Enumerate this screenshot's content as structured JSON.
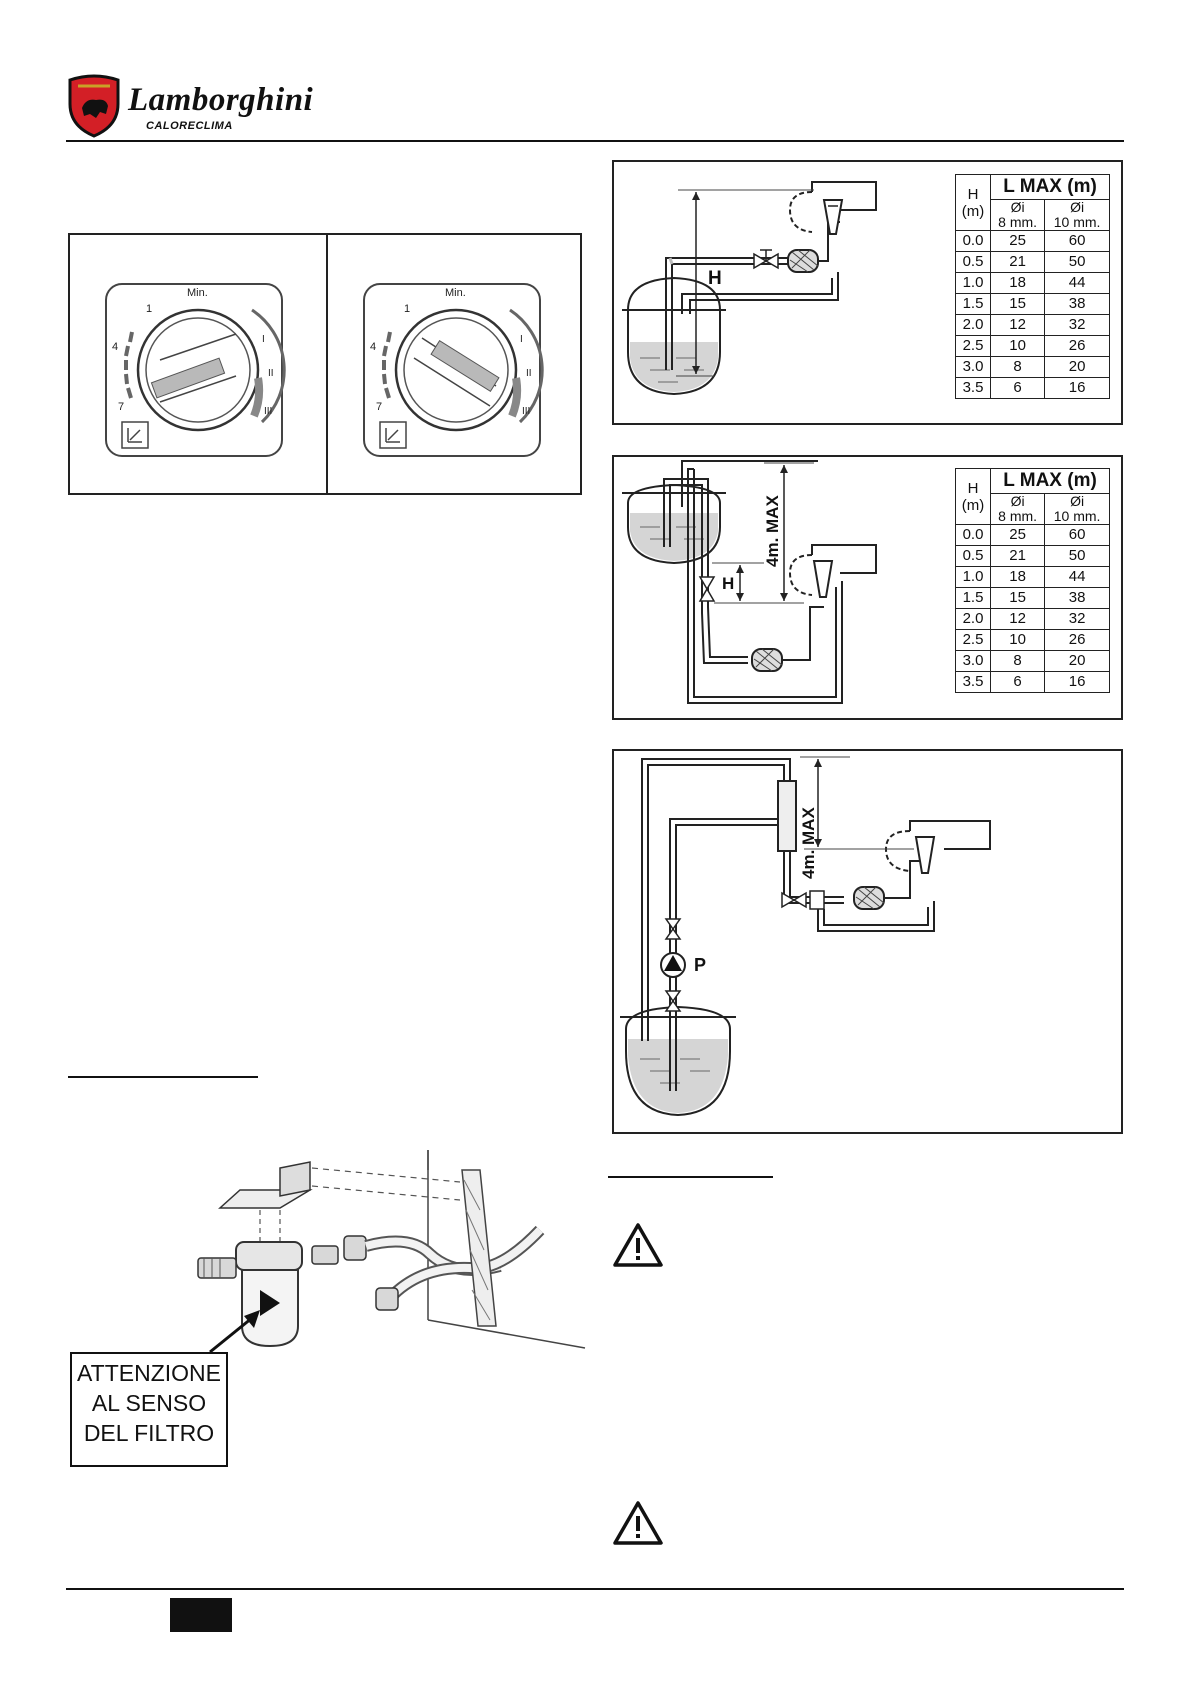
{
  "header": {
    "brand": "Lamborghini",
    "sub_brand": "CALORECLIMA"
  },
  "dials": {
    "dial_labels": {
      "min": "Min.",
      "s1": "1",
      "s4": "4",
      "s7": "7",
      "r1": "I",
      "r2": "II",
      "r3": "III"
    }
  },
  "lmax_table": {
    "h_header": "H\n(m)",
    "lmax_header": "L MAX (m)",
    "col1": "Øi\n8 mm.",
    "col2": "Øi\n10 mm.",
    "rows": [
      [
        "0.0",
        "25",
        "60"
      ],
      [
        "0.5",
        "21",
        "50"
      ],
      [
        "1.0",
        "18",
        "44"
      ],
      [
        "1.5",
        "15",
        "38"
      ],
      [
        "2.0",
        "12",
        "32"
      ],
      [
        "2.5",
        "10",
        "26"
      ],
      [
        "3.0",
        "8",
        "20"
      ],
      [
        "3.5",
        "6",
        "16"
      ]
    ]
  },
  "diagrams": {
    "h_label": "H",
    "max_label": "4m. MAX",
    "pump_label": "P"
  },
  "filter": {
    "label_lines": [
      "ATTENZIONE",
      "AL SENSO",
      "DEL FILTRO"
    ]
  }
}
